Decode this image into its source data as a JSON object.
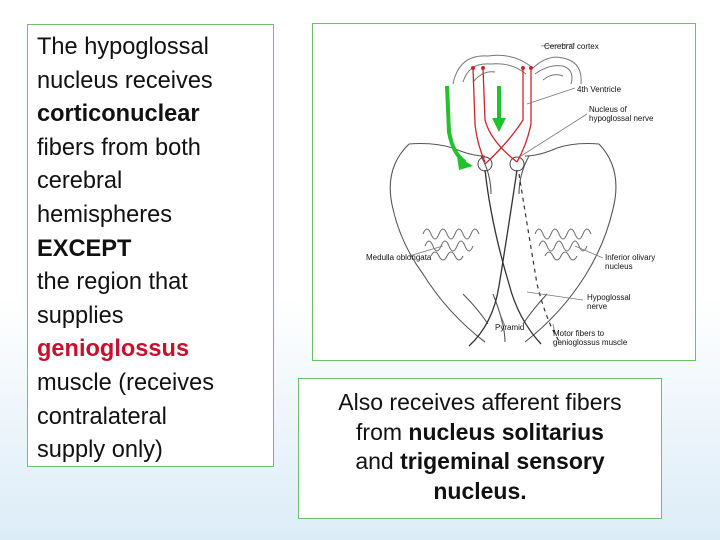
{
  "left_panel": {
    "lines": [
      "The hypoglossal",
      "nucleus receives",
      "corticonuclear",
      "fibers from both",
      "cerebral",
      "hemispheres",
      "EXCEPT",
      "the region that",
      "supplies",
      "genioglossus",
      "muscle (receives",
      "contralateral",
      "supply only)"
    ]
  },
  "diagram": {
    "labels": {
      "cerebral_cortex": "Cerebral cortex",
      "fourth_ventricle": "4th Ventricle",
      "nucleus_line1": "Nucleus of",
      "nucleus_line2": "hypoglossal nerve",
      "medulla": "Medulla oblongata",
      "inferior_olivary_line1": "Inferior olivary",
      "inferior_olivary_line2": "nucleus",
      "hypoglossal_line1": "Hypoglossal",
      "hypoglossal_line2": "nerve",
      "pyramid": "Pyramid",
      "motor_line1": "Motor fibers to",
      "motor_line2": "genioglossus muscle"
    },
    "colors": {
      "fiber_red": "#d2232a",
      "arrow_green": "#22c22a",
      "outline": "#555555"
    }
  },
  "right_panel": {
    "lines": [
      "Also receives afferent fibers",
      "from nucleus solitarius",
      "and trigeminal sensory",
      "nucleus."
    ]
  }
}
